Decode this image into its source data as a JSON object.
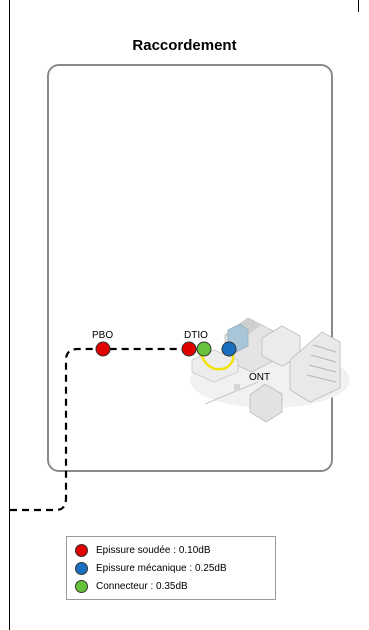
{
  "title": "Raccordement",
  "nodes": {
    "pbo": "PBO",
    "dtio": "DTIO",
    "ont": "ONT"
  },
  "colors": {
    "soudee": "#e00000",
    "mecanique": "#1a6fc0",
    "connecteur": "#66c23a",
    "cable_dash": "#000000",
    "panel_border": "#8a8a8a",
    "yellow_loop": "#f2e200"
  },
  "legend": {
    "items": [
      {
        "label": "Epissure soudée : 0.10dB",
        "color": "#e00000"
      },
      {
        "label": "Epissure mécanique : 0.25dB",
        "color": "#1a6fc0"
      },
      {
        "label": "Connecteur : 0.35dB",
        "color": "#66c23a"
      }
    ]
  }
}
